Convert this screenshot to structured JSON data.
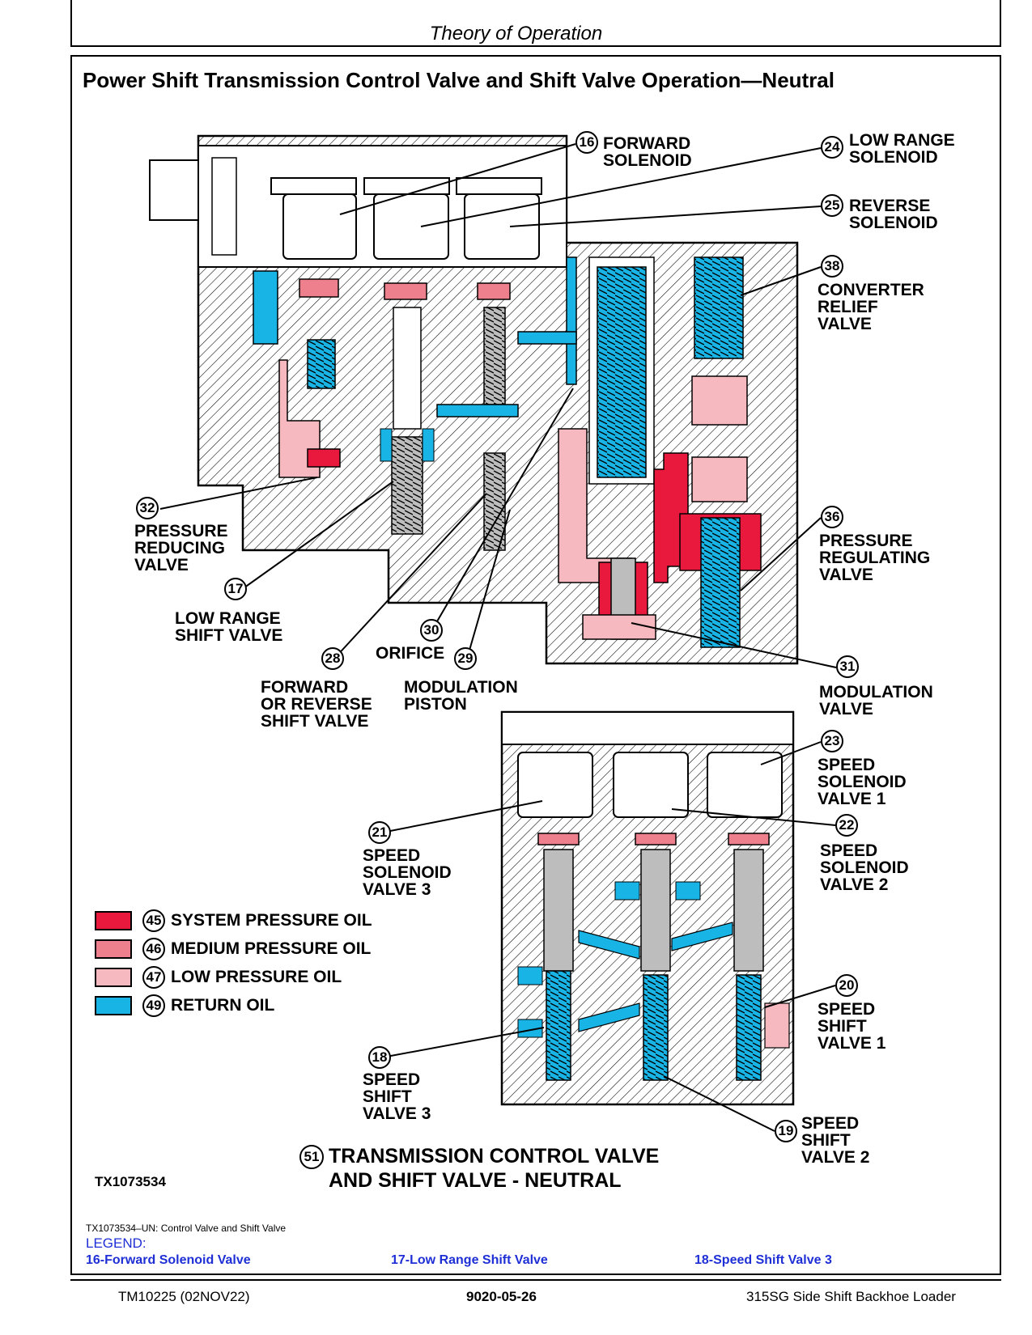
{
  "header": {
    "section": "Theory of Operation"
  },
  "figure": {
    "title": "Power Shift Transmission Control Valve and Shift Valve Operation—Neutral",
    "main_label_num": "51",
    "main_label": "TRANSMISSION CONTROL VALVE\nAND SHIFT VALVE - NEUTRAL",
    "figure_id": "TX1073534"
  },
  "callouts": [
    {
      "num": "16",
      "text": "FORWARD\nSOLENOID"
    },
    {
      "num": "24",
      "text": "LOW RANGE\nSOLENOID"
    },
    {
      "num": "25",
      "text": "REVERSE\nSOLENOID"
    },
    {
      "num": "38",
      "text": "CONVERTER\nRELIEF\nVALVE"
    },
    {
      "num": "32",
      "text": "PRESSURE\nREDUCING\nVALVE"
    },
    {
      "num": "36",
      "text": "PRESSURE\nREGULATING\nVALVE"
    },
    {
      "num": "17",
      "text": "LOW RANGE\nSHIFT VALVE"
    },
    {
      "num": "30",
      "text": "ORIFICE"
    },
    {
      "num": "28",
      "text": "FORWARD\nOR REVERSE\nSHIFT VALVE"
    },
    {
      "num": "29",
      "text": "MODULATION\nPISTON"
    },
    {
      "num": "31",
      "text": "MODULATION\nVALVE"
    },
    {
      "num": "23",
      "text": "SPEED\nSOLENOID\nVALVE 1"
    },
    {
      "num": "21",
      "text": "SPEED\nSOLENOID\nVALVE 3"
    },
    {
      "num": "22",
      "text": "SPEED\nSOLENOID\nVALVE 2"
    },
    {
      "num": "20",
      "text": "SPEED\nSHIFT\nVALVE 1"
    },
    {
      "num": "18",
      "text": "SPEED\nSHIFT\nVALVE 3"
    },
    {
      "num": "19",
      "text": "SPEED\nSHIFT\nVALVE 2"
    }
  ],
  "oil_legend": [
    {
      "num": "45",
      "label": "SYSTEM PRESSURE OIL",
      "color": "#e8193c"
    },
    {
      "num": "46",
      "label": "MEDIUM PRESSURE OIL",
      "color": "#ee7f8d"
    },
    {
      "num": "47",
      "label": "LOW PRESSURE OIL",
      "color": "#f6b9c0"
    },
    {
      "num": "49",
      "label": "RETURN OIL",
      "color": "#19b4e6"
    }
  ],
  "caption": "TX1073534–UN: Control Valve and Shift Valve",
  "legend": {
    "heading": "LEGEND:",
    "items": [
      "16-Forward Solenoid Valve",
      "17-Low Range Shift Valve",
      "18-Speed Shift Valve 3"
    ]
  },
  "footer": {
    "left": "TM10225 (02NOV22)",
    "center": "9020-05-26",
    "right": "315SG Side Shift Backhoe Loader"
  }
}
